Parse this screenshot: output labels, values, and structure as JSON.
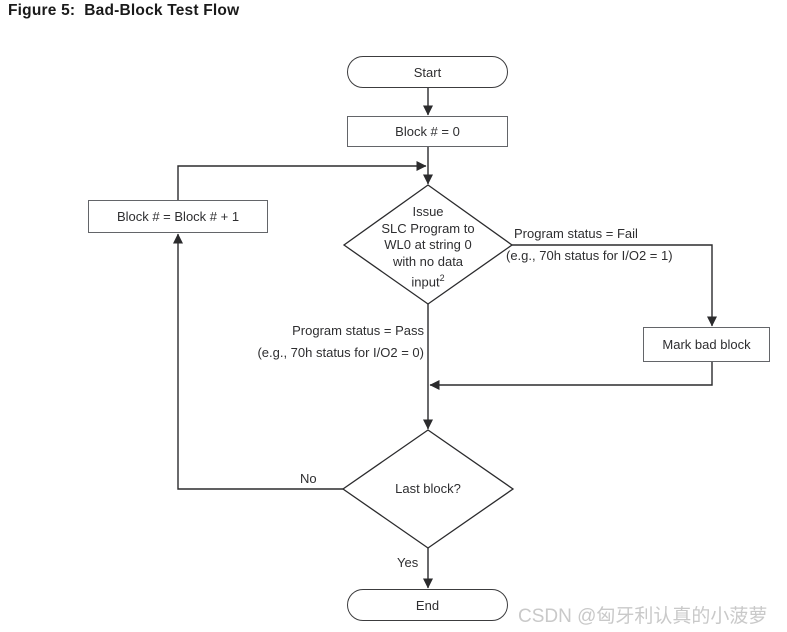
{
  "title": "Figure 5:  Bad-Block Test Flow",
  "nodes": {
    "start": "Start",
    "block_zero": "Block # = 0",
    "increment": "Block # = Block # + 1",
    "issue_program": {
      "lines": [
        "Issue",
        "SLC Program to",
        "WL0 at string 0",
        "with no data"
      ],
      "line5": "input",
      "line5_sup": "2"
    },
    "mark_bad_block": "Mark bad block",
    "last_block": "Last block?",
    "end": "End"
  },
  "edge_labels": {
    "fail_line1": "Program status = Fail",
    "fail_line2": "(e.g., 70h status for I/O2 = 1)",
    "pass_line1": "Program status = Pass",
    "pass_line2": "(e.g., 70h status for I/O2 = 0)",
    "no": "No",
    "yes": "Yes"
  },
  "watermark": "CSDN @匈牙利认真的小菠萝",
  "colors": {
    "line": "#2b2b2d",
    "box_border": "#636569",
    "stadium_border": "#3c3c3e",
    "text": "#2e2e30",
    "title": "#1a1a1a",
    "watermark": "#c9c9c9",
    "background": "#ffffff"
  }
}
